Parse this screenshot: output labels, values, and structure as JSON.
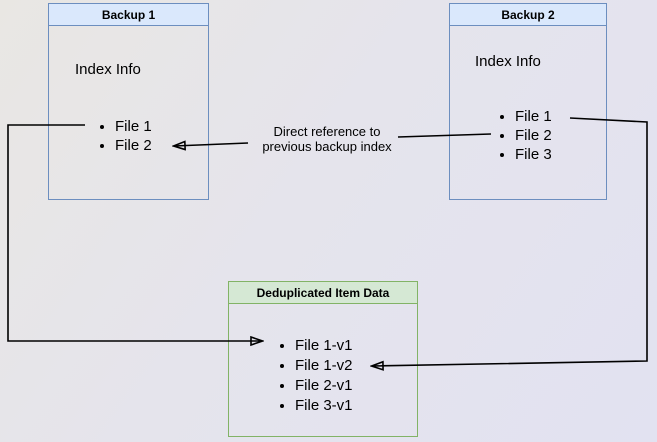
{
  "boxes": {
    "backup1": {
      "title": "Backup 1",
      "heading": "Index Info",
      "items": [
        "File 1",
        "File 2"
      ]
    },
    "backup2": {
      "title": "Backup 2",
      "heading": "Index Info",
      "items": [
        "File 1",
        "File 2",
        "File 3"
      ]
    },
    "dedup": {
      "title": "Deduplicated Item Data",
      "items": [
        "File 1-v1",
        "File 1-v2",
        "File 2-v1",
        "File 3-v1"
      ]
    }
  },
  "annotations": {
    "direct_reference_label": "Direct reference to\nprevious backup index"
  },
  "colors": {
    "backup_header_fill": "#dae8fc",
    "backup_border": "#6c8ebf",
    "dedup_header_fill": "#d5e8d4",
    "dedup_border": "#82b366",
    "arrow": "#000000"
  }
}
